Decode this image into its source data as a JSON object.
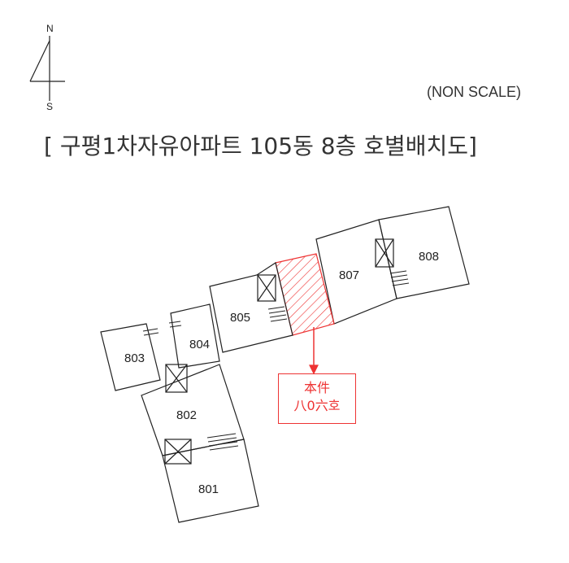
{
  "compass": {
    "north": "N",
    "south": "S"
  },
  "scale_note": "(NON SCALE)",
  "title": "[ 구평1차자유아파트 105동 8층 호별배치도]",
  "units": {
    "u801": "801",
    "u802": "802",
    "u803": "803",
    "u804": "804",
    "u805": "805",
    "u807": "807",
    "u808": "808"
  },
  "callout": {
    "line1": "本件",
    "line2": "八0六호"
  },
  "colors": {
    "highlight": "#e33333",
    "line": "#222222"
  }
}
